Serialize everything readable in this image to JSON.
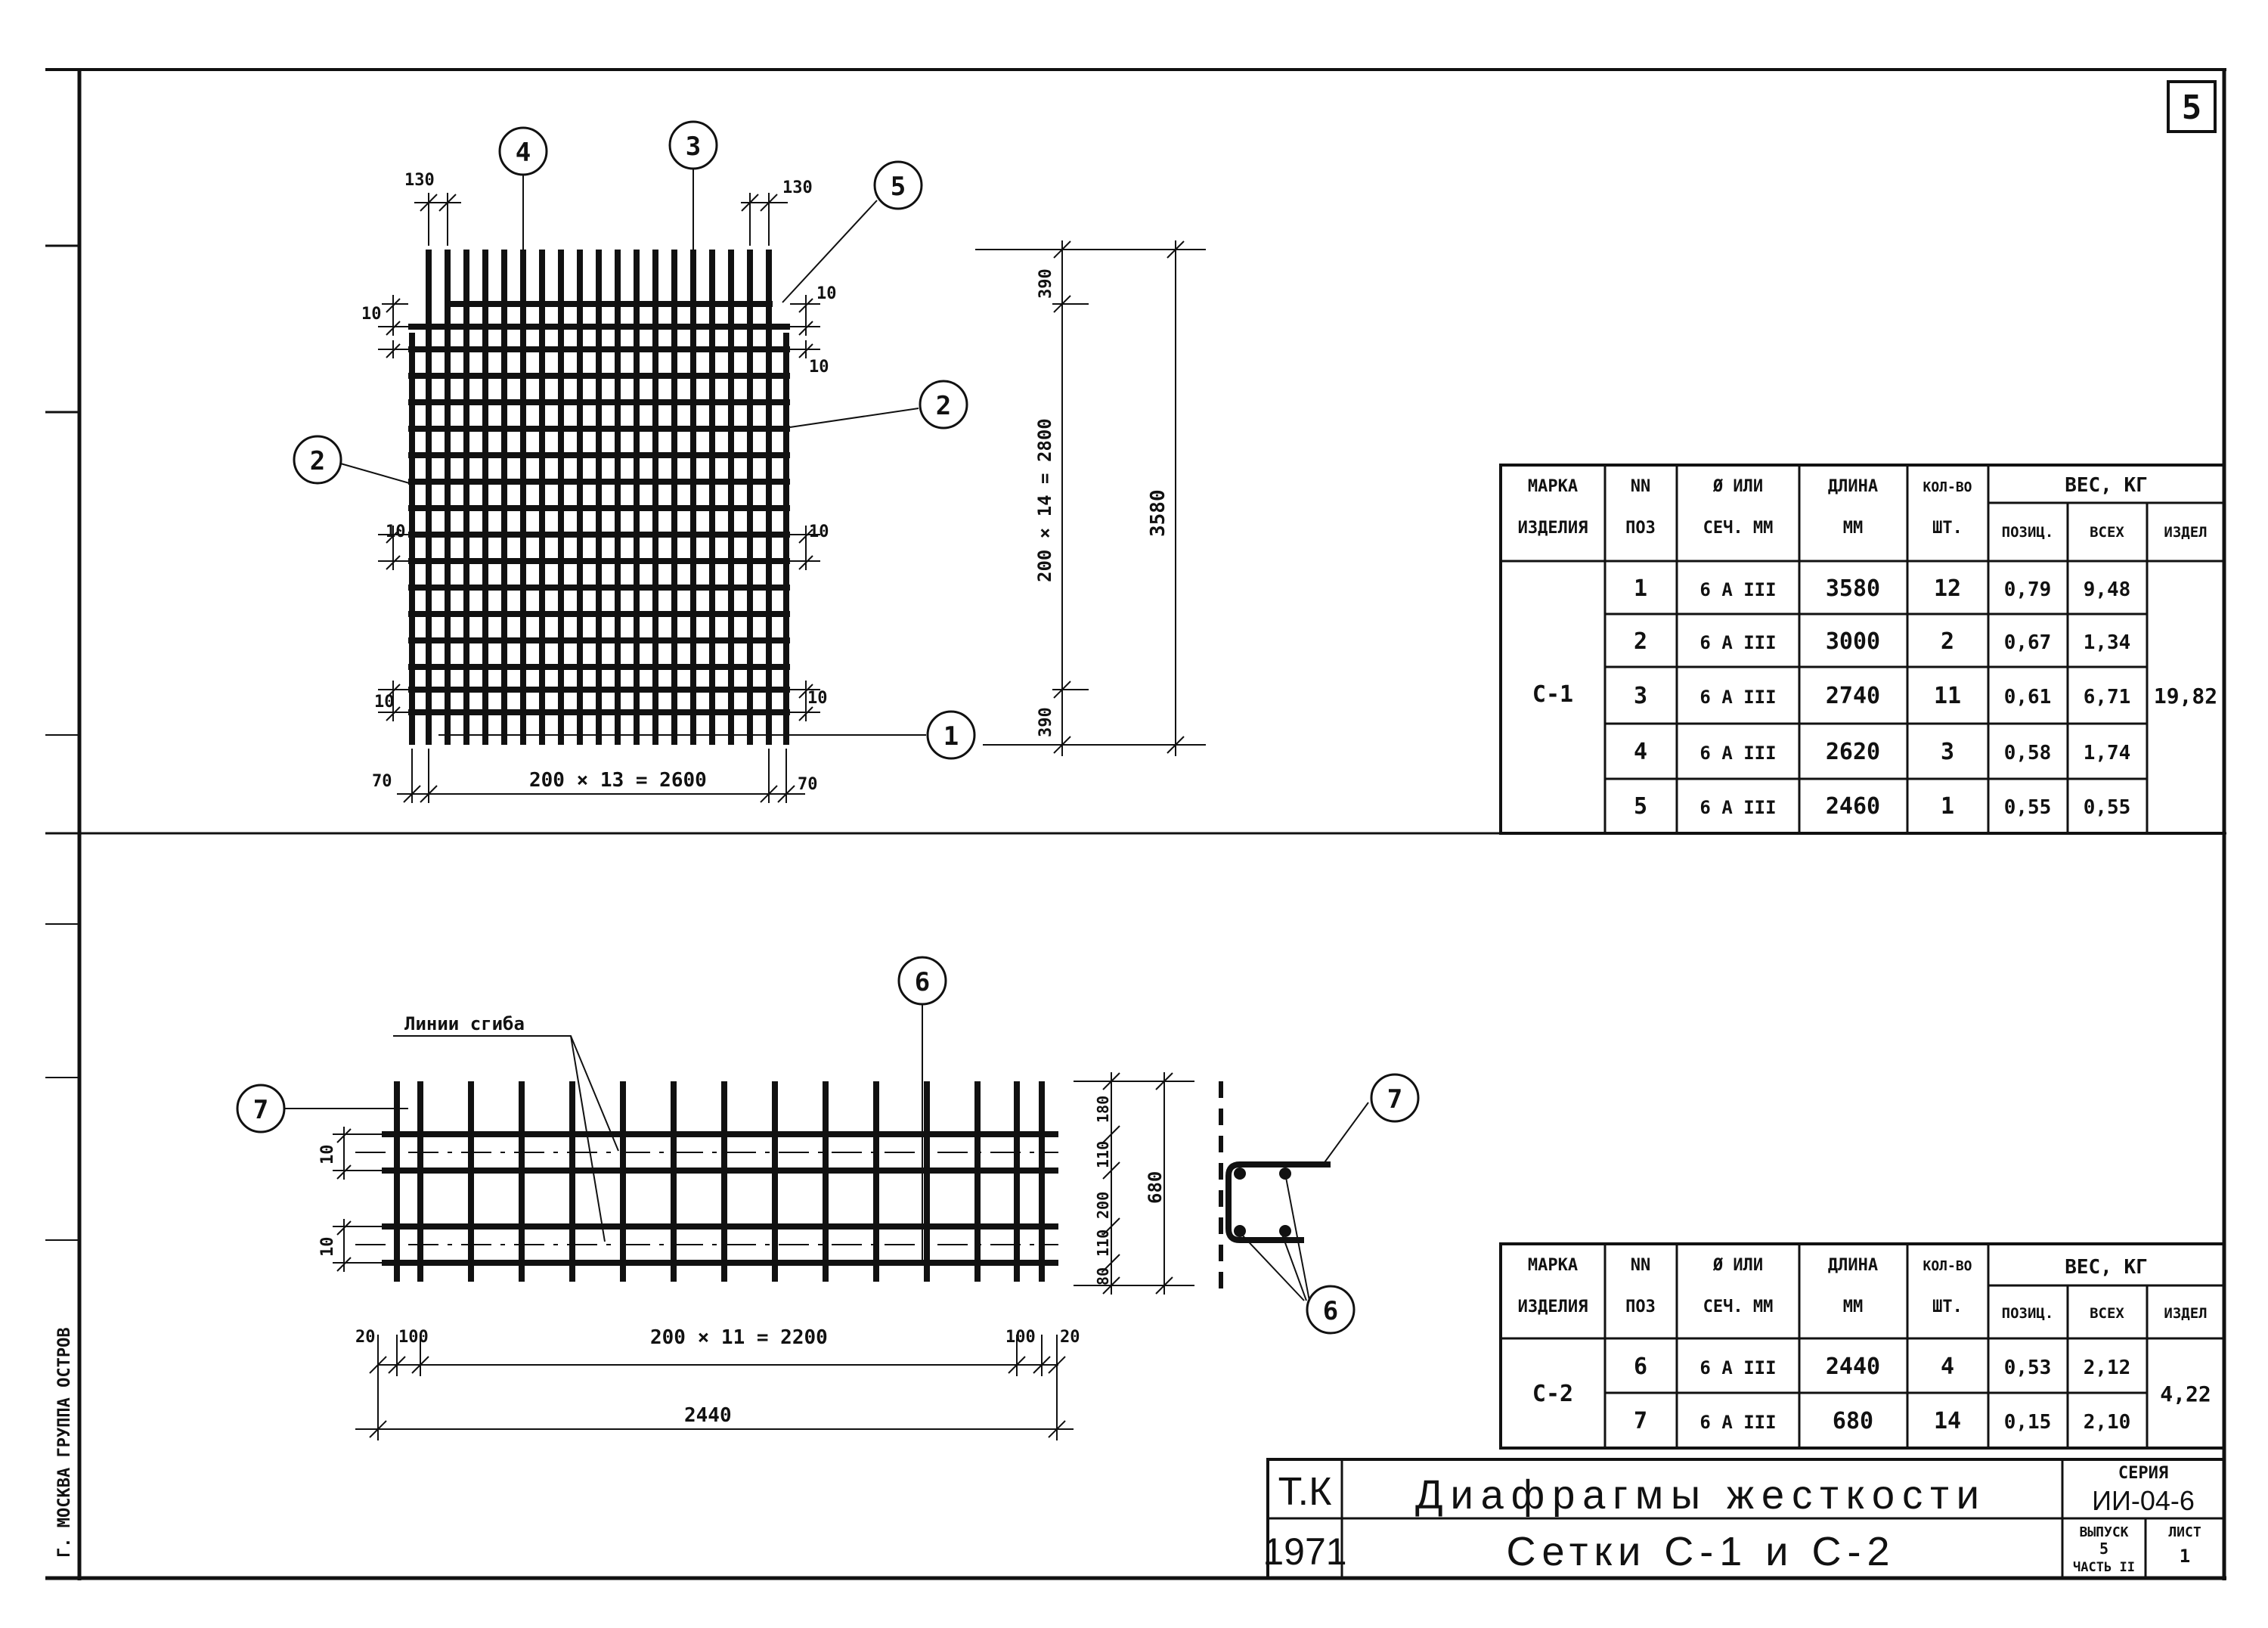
{
  "sheet": {
    "page_number": "5"
  },
  "c1": {
    "callouts": [
      "4",
      "3",
      "5",
      "2",
      "2",
      "1"
    ],
    "dims": {
      "top_left": "130",
      "top_right": "130",
      "gap_10": "10",
      "bottom_left": "70",
      "bottom_right": "70",
      "bottom_main": "200 × 13 = 2600",
      "side_top": "390",
      "side_mid": "200 × 14 = 2800",
      "side_bot": "390",
      "overall": "3580"
    }
  },
  "c2": {
    "callouts": [
      "6",
      "7",
      "7",
      "6"
    ],
    "bend_label": "Линии сгиба",
    "dims": {
      "left_10": "10",
      "left_20": "20",
      "left_100": "100",
      "main": "200 × 11 = 2200",
      "right_100": "100",
      "right_20": "20",
      "overall": "2440",
      "v_180": "180",
      "v_110a": "110",
      "v_200": "200",
      "v_110b": "110",
      "v_80": "80",
      "v_total": "680"
    }
  },
  "table1": {
    "headers": {
      "mark": [
        "МАРКА",
        "ИЗДЕЛИЯ"
      ],
      "pos": [
        "NN",
        "ПОЗ"
      ],
      "dia": [
        "Ø ИЛИ",
        "СЕЧ. ММ"
      ],
      "len": [
        "ДЛИНА",
        "ММ"
      ],
      "qty": [
        "КОЛ-ВО",
        "ШТ."
      ],
      "weight": "ВЕС, КГ",
      "w_pos": "ПОЗИЦ.",
      "w_all": "ВСЕХ",
      "w_item": "ИЗДЕЛ"
    },
    "mark": "С-1",
    "total": "19,82",
    "rows": [
      {
        "pos": "1",
        "dia": "6 A III",
        "len": "3580",
        "qty": "12",
        "wpos": "0,79",
        "wall": "9,48"
      },
      {
        "pos": "2",
        "dia": "6 A III",
        "len": "3000",
        "qty": "2",
        "wpos": "0,67",
        "wall": "1,34"
      },
      {
        "pos": "3",
        "dia": "6 A III",
        "len": "2740",
        "qty": "11",
        "wpos": "0,61",
        "wall": "6,71"
      },
      {
        "pos": "4",
        "dia": "6 A III",
        "len": "2620",
        "qty": "3",
        "wpos": "0,58",
        "wall": "1,74"
      },
      {
        "pos": "5",
        "dia": "6 A III",
        "len": "2460",
        "qty": "1",
        "wpos": "0,55",
        "wall": "0,55"
      }
    ]
  },
  "table2": {
    "headers": {
      "mark": [
        "МАРКА",
        "ИЗДЕЛИЯ"
      ],
      "pos": [
        "NN",
        "ПОЗ"
      ],
      "dia": [
        "Ø ИЛИ",
        "СЕЧ. ММ"
      ],
      "len": [
        "ДЛИНА",
        "ММ"
      ],
      "qty": [
        "КОЛ-ВО",
        "ШТ."
      ],
      "weight": "ВЕС, КГ",
      "w_pos": "ПОЗИЦ.",
      "w_all": "ВСЕХ",
      "w_item": "ИЗДЕЛ"
    },
    "mark": "С-2",
    "total": "4,22",
    "rows": [
      {
        "pos": "6",
        "dia": "6 A III",
        "len": "2440",
        "qty": "4",
        "wpos": "0,53",
        "wall": "2,12"
      },
      {
        "pos": "7",
        "dia": "6 A III",
        "len": "680",
        "qty": "14",
        "wpos": "0,15",
        "wall": "2,10"
      }
    ]
  },
  "title_block": {
    "org": "Т.К",
    "year": "1971",
    "title1": "Диафрагмы жесткости",
    "title2": "Сетки С-1 и С-2",
    "series_label": "СЕРИЯ",
    "series": "ИИ-04-6",
    "issue_label": "ВЫПУСК",
    "issue": "5",
    "part": "ЧАСТЬ II",
    "sheet_label": "ЛИСТ",
    "sheet": "1"
  },
  "margin_stamp": "Г. МОСКВА ГРУППА ОСТРОВ"
}
